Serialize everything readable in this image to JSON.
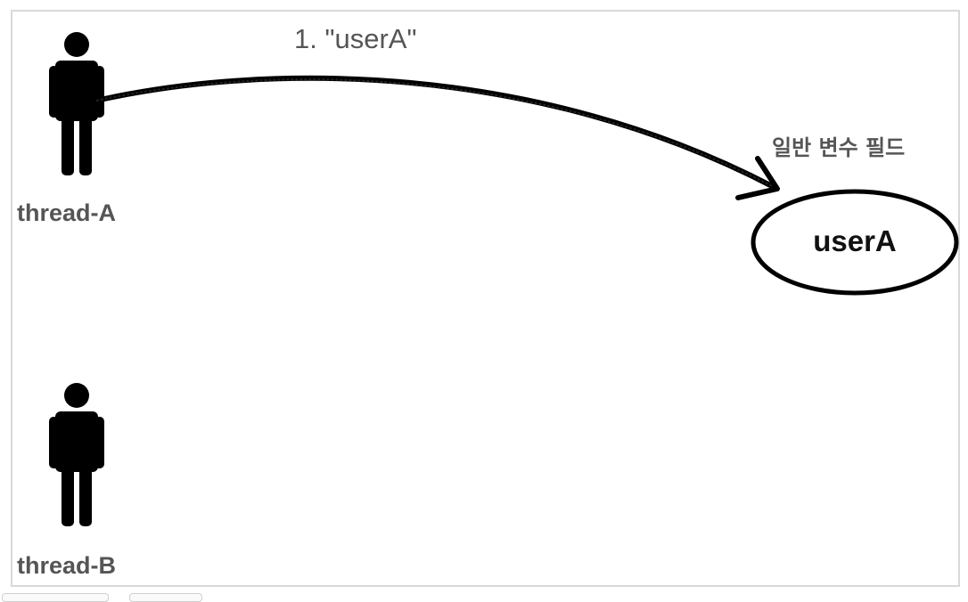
{
  "diagram": {
    "step_label": "1. \"userA\"",
    "field_label": "일반 변수 필드",
    "field_value": "userA",
    "threads": [
      {
        "label": "thread-A"
      },
      {
        "label": "thread-B"
      }
    ]
  },
  "colors": {
    "figure": "#000000",
    "label_gray": "#555555",
    "frame_border": "#d9d9d9"
  },
  "icons": [
    "person-icon",
    "person-icon",
    "curved-arrow-icon"
  ]
}
